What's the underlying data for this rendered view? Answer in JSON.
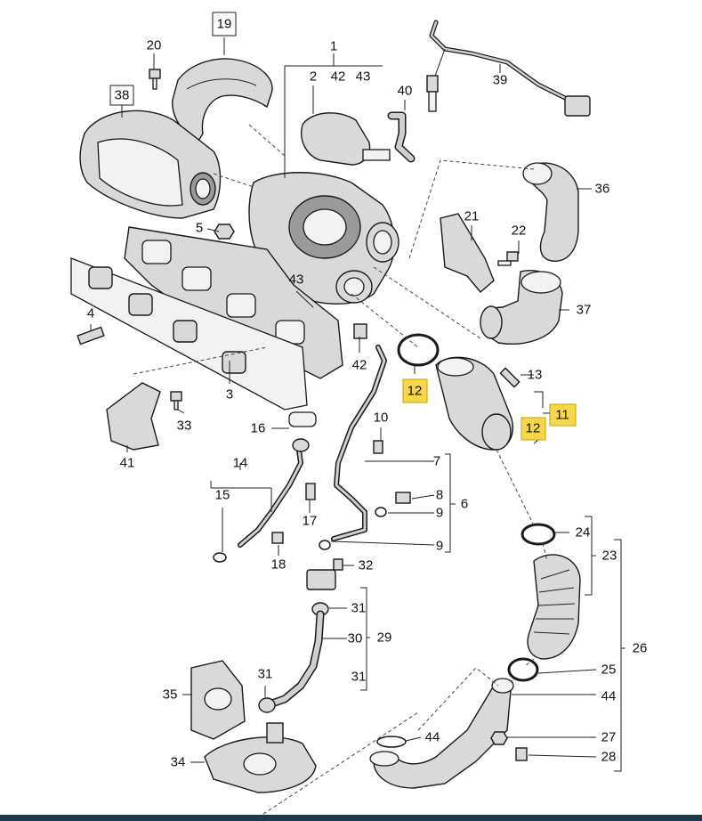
{
  "diagram": {
    "callouts": {
      "c1": "1",
      "c2": "2",
      "c3": "3",
      "c4": "4",
      "c5": "5",
      "c6": "6",
      "c7": "7",
      "c8": "8",
      "c9a": "9",
      "c9b": "9",
      "c10": "10",
      "c11": "11",
      "c12a": "12",
      "c12b": "12",
      "c13": "13",
      "c14": "14",
      "c15": "15",
      "c16": "16",
      "c17": "17",
      "c18": "18",
      "c19": "19",
      "c20": "20",
      "c21": "21",
      "c22": "22",
      "c23": "23",
      "c24": "24",
      "c25": "25",
      "c26": "26",
      "c27": "27",
      "c28": "28",
      "c29": "29",
      "c30": "30",
      "c31a": "31",
      "c31b": "31",
      "c31c": "31",
      "c32": "32",
      "c33": "33",
      "c34": "34",
      "c35": "35",
      "c36": "36",
      "c37": "37",
      "c38": "38",
      "c39": "39",
      "c40": "40",
      "c41": "41",
      "c42a": "42",
      "c42b": "42",
      "c43a": "43",
      "c43b": "43",
      "c44a": "44",
      "c44b": "44"
    },
    "highlight_color": "#f7d64a",
    "bottom_bar_color": "#1b3a4b"
  }
}
